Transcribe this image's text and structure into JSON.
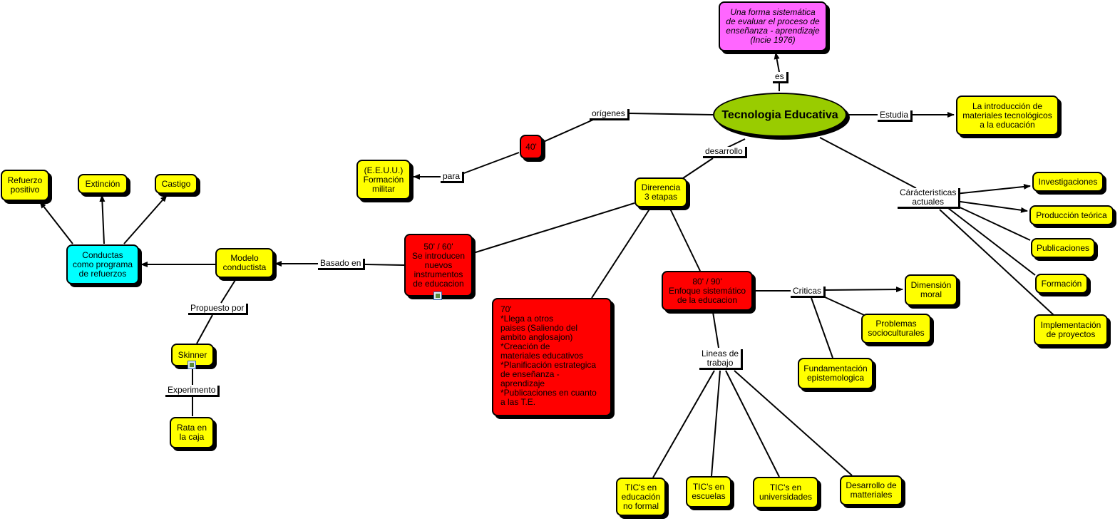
{
  "nodes": {
    "center": "Tecnologia Educativa",
    "definition": "Una forma sistemática\nde evaluar el proceso de\nenseñanza - aprendizaje\n(Incie 1976)",
    "intro": "La introducción de\nmateriales tecnológicos\na la educación",
    "forties": "40'",
    "military": "(E.E.U.U.)\nFormación\nmilitar",
    "stages": "Direrencia\n3 etapas",
    "fifties": "50' / 60'\nSe introducen\nnuevos\ninstrumentos\nde educacion",
    "seventies": "70'\n*Llega a otros\npaises (Saliendo del\nambito anglosajon)\n*Creación de\nmateriales educativos\n*Planificación estrategica\nde enseñanza - aprendizaje\n*Publicaciones en cuanto\na las T.E.",
    "eighties": "80' / 90'\nEnfoque sistemático\nde la educacion",
    "behaviorist": "Modelo\nconductista",
    "conducts": "Conductas\ncomo programa\nde refuerzos",
    "reinforcement": "Refuerzo\npositivo",
    "extinction": "Extinción",
    "punishment": "Castigo",
    "skinner": "Skinner",
    "rat": "Rata en\nla caja",
    "moral": "Dimensión\nmoral",
    "sociocultural": "Problemas\nsocioculturales",
    "epistemological": "Fundamentación\nepistemologica",
    "tic_nonformal": "TIC's en\neducación\nno formal",
    "tic_schools": "TIC's en\nescuelas",
    "tic_universities": "TIC's en\nuniversidades",
    "materials_dev": "Desarrollo de\nmatteriales",
    "research": "Investigaciones",
    "theory": "Producción teórica",
    "publications": "Publicaciones",
    "training": "Formación",
    "projects": "Implementación\nde proyectos"
  },
  "labels": {
    "es": "es",
    "origins": "orígenes",
    "studies": "Estudia",
    "for": "para",
    "development": "desarrollo",
    "current": "Cárácteristicas\nactuales",
    "based_on": "Basado en",
    "proposed_by": "Propuesto por",
    "experiment": "Experimento",
    "critiques": "Criticas",
    "work_lines": "Lineas de\ntrabajo"
  },
  "colors": {
    "concept": "#ffff00",
    "era": "#ff0000",
    "central": "#99cc00",
    "definition": "#ff66ff",
    "conduct": "#00ffff"
  }
}
